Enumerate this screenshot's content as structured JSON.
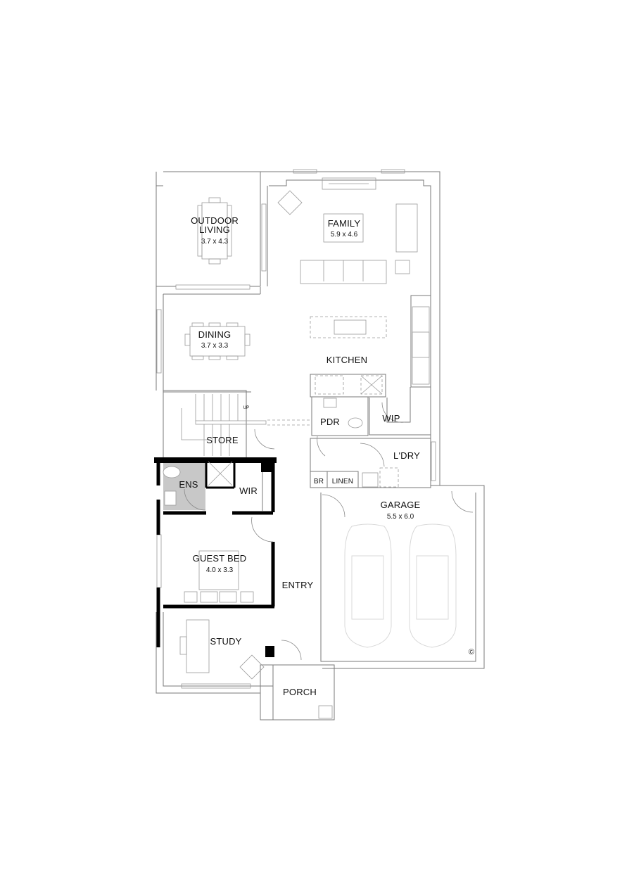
{
  "plan": {
    "type": "floor plan",
    "rooms": [
      {
        "id": "outdoor",
        "name": "OUTDOOR LIVING",
        "line1": "OUTDOOR",
        "line2": "LIVING",
        "size": "3.7 x 4.3"
      },
      {
        "id": "family",
        "name": "FAMILY",
        "size": "5.9 x 4.6"
      },
      {
        "id": "dining",
        "name": "DINING",
        "size": "3.7 x 3.3"
      },
      {
        "id": "kitchen",
        "name": "KITCHEN"
      },
      {
        "id": "store",
        "name": "STORE"
      },
      {
        "id": "pdr",
        "name": "PDR"
      },
      {
        "id": "wip",
        "name": "WIP"
      },
      {
        "id": "ldry",
        "name": "L'DRY"
      },
      {
        "id": "br",
        "name": "BR"
      },
      {
        "id": "linen",
        "name": "LINEN"
      },
      {
        "id": "ens",
        "name": "ENS"
      },
      {
        "id": "wir",
        "name": "WIR"
      },
      {
        "id": "garage",
        "name": "GARAGE",
        "size": "5.5 x 6.0"
      },
      {
        "id": "guest",
        "name": "GUEST BED",
        "size": "4.0 x 3.3"
      },
      {
        "id": "entry",
        "name": "ENTRY"
      },
      {
        "id": "study",
        "name": "STUDY"
      },
      {
        "id": "porch",
        "name": "PORCH"
      }
    ],
    "stair_label": "UP",
    "copyright": "©",
    "colors": {
      "wall": "#7a7a7a",
      "bold_wall": "#000000",
      "ensuite_fill": "#c8c8c8",
      "furniture": "#9a9a9a",
      "car": "#d8d8d8"
    }
  }
}
